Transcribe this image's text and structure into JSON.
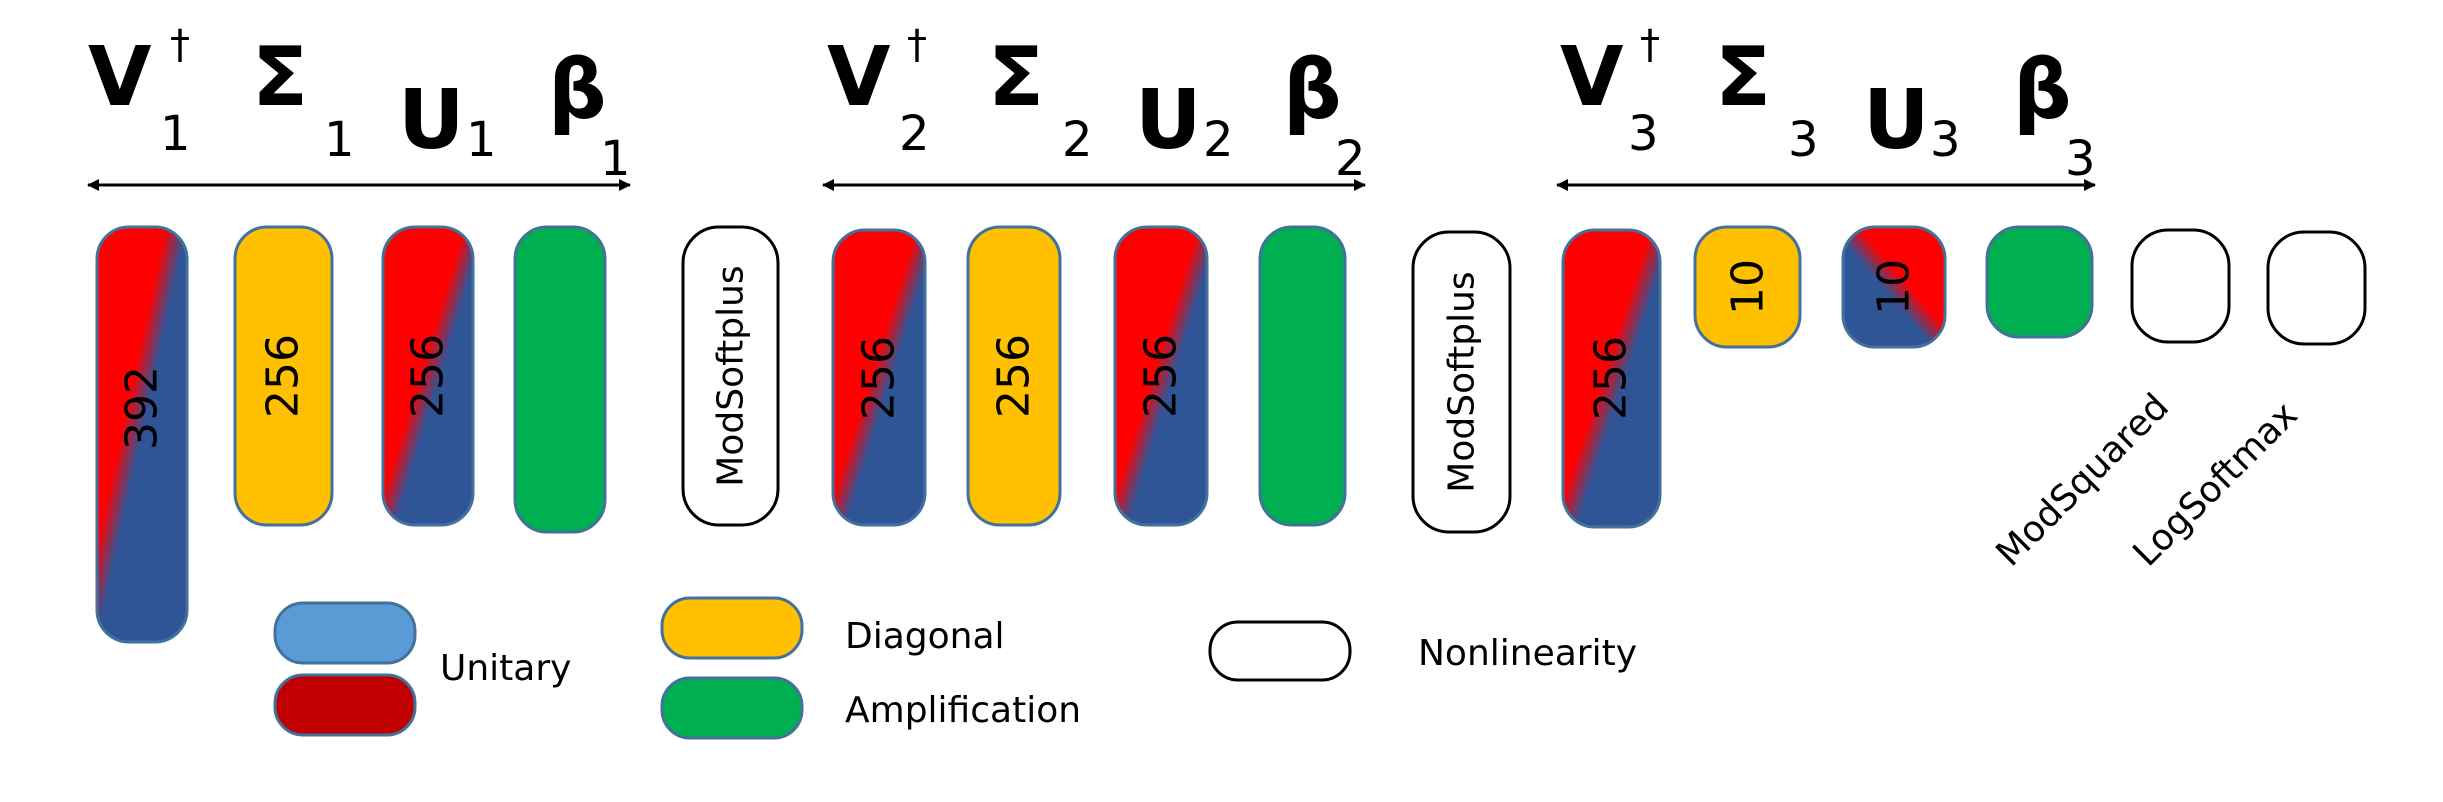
{
  "blocks": [
    {
      "symbols": [
        {
          "sym": "V",
          "sub": "1",
          "sup": "†"
        },
        {
          "sym": "Σ",
          "sub": "1"
        },
        {
          "sym": "U",
          "sub": "1"
        },
        {
          "sym": "β",
          "sub": "1"
        }
      ],
      "layers": [
        {
          "type": "unitary",
          "label": "392"
        },
        {
          "type": "diagonal",
          "label": "256"
        },
        {
          "type": "unitary",
          "label": "256"
        },
        {
          "type": "amplification",
          "label": ""
        }
      ]
    },
    {
      "symbols": [
        {
          "sym": "V",
          "sub": "2",
          "sup": "†"
        },
        {
          "sym": "Σ",
          "sub": "2"
        },
        {
          "sym": "U",
          "sub": "2"
        },
        {
          "sym": "β",
          "sub": "2"
        }
      ],
      "layers": [
        {
          "type": "unitary",
          "label": "256"
        },
        {
          "type": "diagonal",
          "label": "256"
        },
        {
          "type": "unitary",
          "label": "256"
        },
        {
          "type": "amplification",
          "label": ""
        }
      ]
    },
    {
      "symbols": [
        {
          "sym": "V",
          "sub": "3",
          "sup": "†"
        },
        {
          "sym": "Σ",
          "sub": "3"
        },
        {
          "sym": "U",
          "sub": "3"
        },
        {
          "sym": "β",
          "sub": "3"
        }
      ],
      "layers": [
        {
          "type": "unitary",
          "label": "256"
        },
        {
          "type": "diagonal",
          "label": "10"
        },
        {
          "type": "unitary",
          "label": "10"
        },
        {
          "type": "amplification",
          "label": ""
        }
      ]
    }
  ],
  "nonlinearities": [
    {
      "label": "ModSoftplus"
    },
    {
      "label": "ModSoftplus"
    },
    {
      "label": "ModSquared"
    },
    {
      "label": "LogSoftmax"
    }
  ],
  "legend": {
    "unitary": "Unitary",
    "diagonal": "Diagonal",
    "amplification": "Amplification",
    "nonlinearity": "Nonlinearity"
  },
  "colors": {
    "unitary_blue": "#2f5597",
    "unitary_red": "#ff0000",
    "legend_blue": "#5b9bd5",
    "legend_red": "#c00000",
    "diagonal": "#ffc000",
    "amplification": "#00b050",
    "outline": "#41719c"
  }
}
